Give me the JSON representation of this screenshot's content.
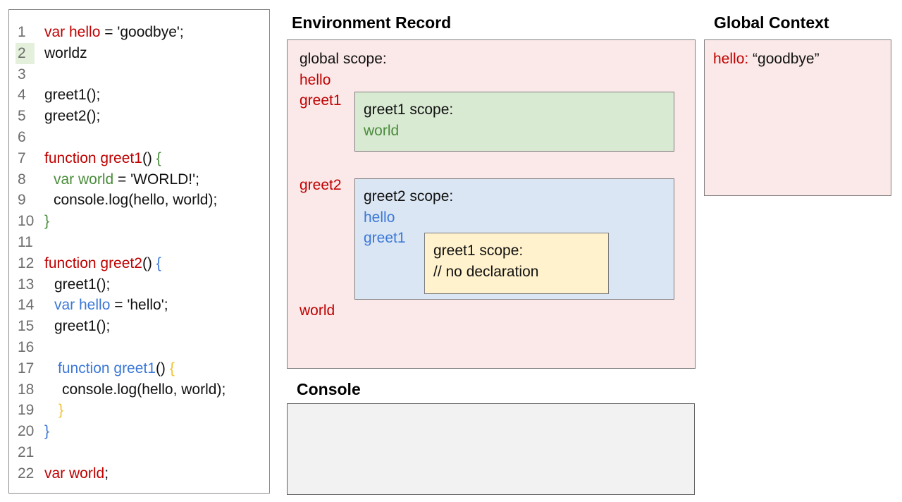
{
  "colors": {
    "red": "#c00000",
    "green": "#4a8c3b",
    "blue": "#3c78d8",
    "yellow": "#f1c232",
    "black": "#111111",
    "gray-line-number": "#6d6d6d",
    "pink-fill": "#fbe9e9",
    "green-fill": "#d9ead3",
    "blue-fill": "#dae6f3",
    "yellow-fill": "#fff2cc",
    "console-fill": "#f2f2f2",
    "line-highlight": "#e4f0dc"
  },
  "code_panel": {
    "highlighted_line": 2,
    "lines": [
      {
        "n": "1",
        "x": 50,
        "seg": [
          [
            "r",
            "var hello"
          ],
          [
            "k",
            " = 'goodbye';"
          ]
        ]
      },
      {
        "n": "2",
        "x": 50,
        "hl": true,
        "seg": [
          [
            "k",
            "worldz"
          ]
        ]
      },
      {
        "n": "3",
        "x": 50,
        "seg": []
      },
      {
        "n": "4",
        "x": 50,
        "seg": [
          [
            "k",
            "greet1();"
          ]
        ]
      },
      {
        "n": "5",
        "x": 50,
        "seg": [
          [
            "k",
            "greet2();"
          ]
        ]
      },
      {
        "n": "6",
        "x": 50,
        "seg": []
      },
      {
        "n": "7",
        "x": 50,
        "seg": [
          [
            "r",
            "function greet1"
          ],
          [
            "k",
            "() "
          ],
          [
            "g",
            "{"
          ]
        ]
      },
      {
        "n": "8",
        "x": 63,
        "seg": [
          [
            "g",
            "var world"
          ],
          [
            "k",
            " = 'WORLD!';"
          ]
        ]
      },
      {
        "n": "9",
        "x": 63,
        "seg": [
          [
            "k",
            "console.log(hello, world);"
          ]
        ]
      },
      {
        "n": "10",
        "x": 50,
        "seg": [
          [
            "g",
            "}"
          ]
        ]
      },
      {
        "n": "11",
        "x": 50,
        "seg": []
      },
      {
        "n": "12",
        "x": 50,
        "seg": [
          [
            "r",
            "function greet2"
          ],
          [
            "k",
            "() "
          ],
          [
            "b",
            "{"
          ]
        ]
      },
      {
        "n": "13",
        "x": 64,
        "seg": [
          [
            "k",
            "greet1();"
          ]
        ]
      },
      {
        "n": "14",
        "x": 64,
        "seg": [
          [
            "b",
            "var hello"
          ],
          [
            "k",
            " = 'hello';"
          ]
        ]
      },
      {
        "n": "15",
        "x": 64,
        "seg": [
          [
            "k",
            "greet1();"
          ]
        ]
      },
      {
        "n": "16",
        "x": 50,
        "seg": []
      },
      {
        "n": "17",
        "x": 69,
        "seg": [
          [
            "b",
            "function greet1"
          ],
          [
            "k",
            "() "
          ],
          [
            "y",
            "{"
          ]
        ]
      },
      {
        "n": "18",
        "x": 75,
        "seg": [
          [
            "k",
            "console.log(hello, world);"
          ]
        ]
      },
      {
        "n": "19",
        "x": 70,
        "seg": [
          [
            "y",
            "}"
          ]
        ]
      },
      {
        "n": "20",
        "x": 50,
        "seg": [
          [
            "b",
            "}"
          ]
        ]
      },
      {
        "n": "21",
        "x": 50,
        "seg": []
      },
      {
        "n": "22",
        "x": 50,
        "seg": [
          [
            "r",
            "var world"
          ],
          [
            "k",
            ";"
          ]
        ]
      }
    ]
  },
  "environment_record": {
    "title": "Environment Record",
    "global_scope_label": "global scope:",
    "var_hello": "hello",
    "var_greet1": "greet1",
    "var_greet2": "greet2",
    "var_world": "world",
    "greet1_box": {
      "title": "greet1 scope:",
      "var_world": "world"
    },
    "greet2_box": {
      "title": "greet2 scope:",
      "var_hello": "hello",
      "var_greet1": "greet1",
      "inner_greet1_box": {
        "title": "greet1 scope:",
        "comment": "// no declaration"
      }
    }
  },
  "global_context": {
    "title": "Global Context",
    "entry_key": "hello:",
    "entry_value": " “goodbye”"
  },
  "console_panel": {
    "title": "Console",
    "content": ""
  }
}
